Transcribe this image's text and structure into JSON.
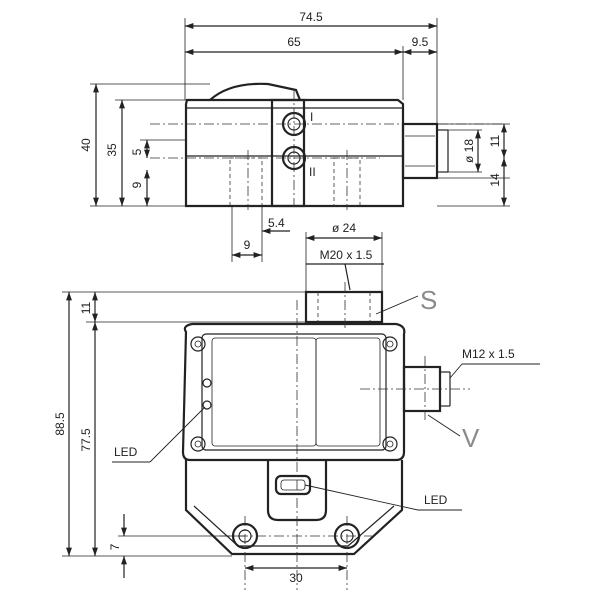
{
  "top_view": {
    "dims": {
      "overall_width": "74.5",
      "body_width": "65",
      "connector_offset": "9.5",
      "overall_height": "40",
      "body_height": "35",
      "gap": "5",
      "lower": "9",
      "connector_upper": "11",
      "connector_dia": "ø 18",
      "connector_lower": "14",
      "small_offset": "5.4",
      "foot_width": "9"
    },
    "markers": {
      "upper": "I",
      "lower": "II"
    }
  },
  "front_view": {
    "dims": {
      "total_height": "88.5",
      "body_height": "77.5",
      "top_height": "11",
      "bottom_offset": "7",
      "hole_spacing": "30",
      "top_dia": "ø 24",
      "top_thread": "M20 x 1.5",
      "side_thread": "M12 x 1.5"
    },
    "labels": {
      "led_left": "LED",
      "led_right": "LED",
      "label_s": "S",
      "label_v": "V"
    }
  }
}
